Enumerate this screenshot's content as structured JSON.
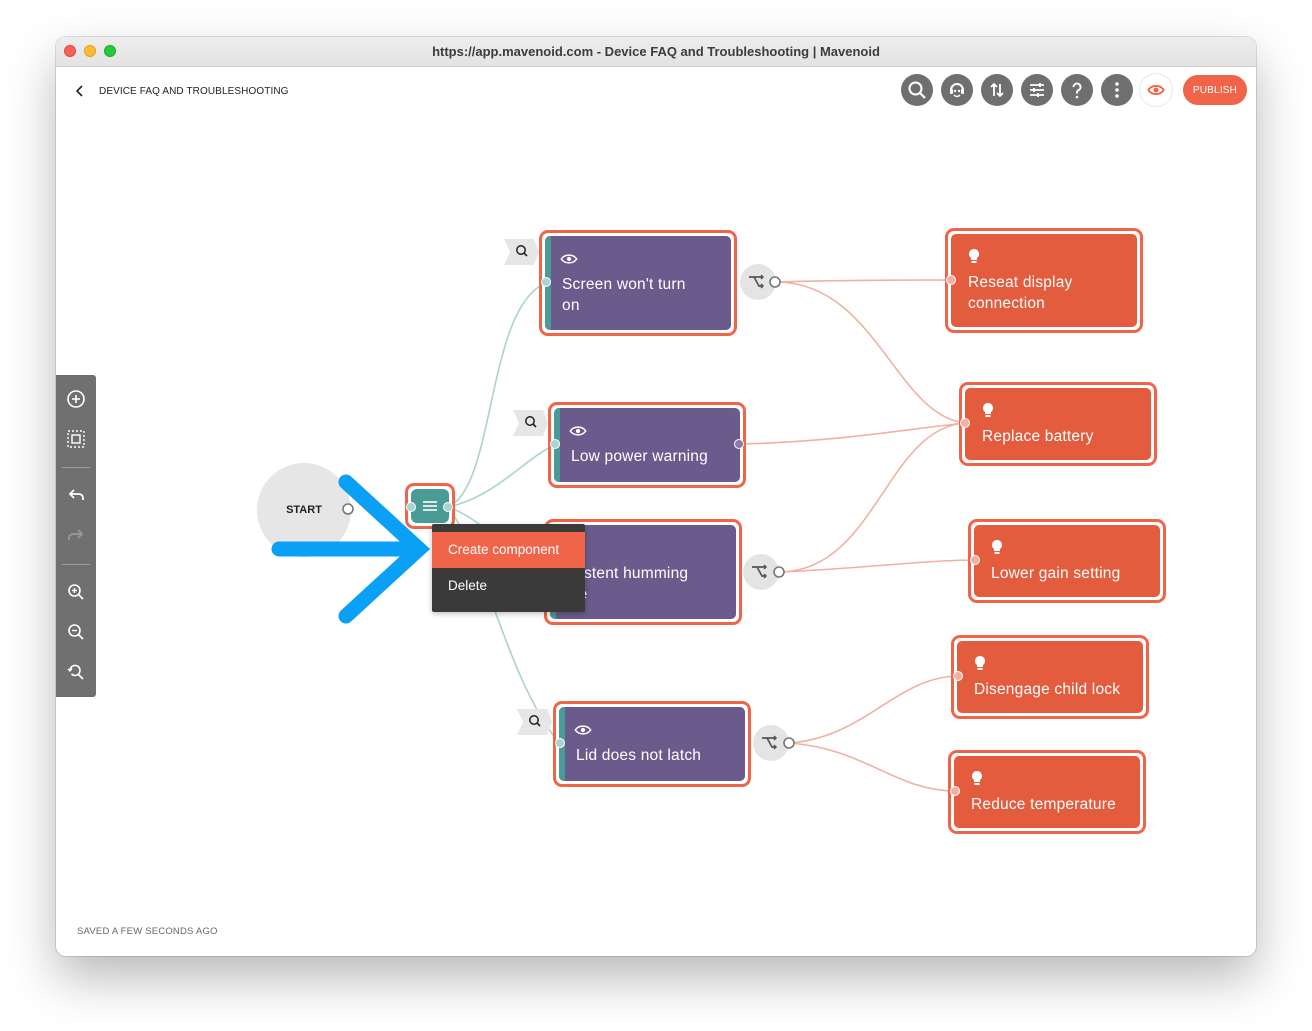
{
  "window": {
    "title": "https://app.mavenoid.com - Device FAQ and Troubleshooting | Mavenoid"
  },
  "header": {
    "back_icon": "chevron-left-icon",
    "doc_title": "DEVICE FAQ AND TROUBLESHOOTING",
    "toolbar": [
      {
        "icon": "search-icon"
      },
      {
        "icon": "assistant-icon"
      },
      {
        "icon": "import-export-icon"
      },
      {
        "icon": "settings-sliders-icon"
      },
      {
        "icon": "help-icon"
      },
      {
        "icon": "more-vertical-icon"
      },
      {
        "icon": "preview-eye-icon"
      }
    ],
    "publish_label": "PUBLISH"
  },
  "left_toolbar": [
    {
      "icon": "add-circle-icon"
    },
    {
      "icon": "select-area-icon"
    },
    {
      "icon": "undo-icon"
    },
    {
      "icon": "redo-icon"
    },
    {
      "icon": "zoom-in-icon"
    },
    {
      "icon": "zoom-out-icon"
    },
    {
      "icon": "zoom-reset-icon"
    }
  ],
  "flow": {
    "start_label": "START",
    "questions": [
      {
        "label_line1": "Screen won't turn",
        "label_line2": "on"
      },
      {
        "label_line1": "Low power warning",
        "label_line2": ""
      },
      {
        "label_line1": "rsistent humming",
        "label_line2": "ise"
      },
      {
        "label_line1": "Lid does not latch",
        "label_line2": ""
      }
    ],
    "solutions": [
      {
        "label_line1": "Reseat display",
        "label_line2": "connection"
      },
      {
        "label_line1": "Replace battery",
        "label_line2": ""
      },
      {
        "label_line1": "Lower gain setting",
        "label_line2": ""
      },
      {
        "label_line1": "Disengage child lock",
        "label_line2": ""
      },
      {
        "label_line1": "Reduce temperature",
        "label_line2": ""
      }
    ]
  },
  "context_menu": {
    "items": [
      {
        "label": "Create component",
        "highlighted": true
      },
      {
        "label": "Delete",
        "highlighted": false
      }
    ]
  },
  "status": {
    "saved_text": "SAVED A FEW SECONDS AGO"
  },
  "colors": {
    "accent": "#f06449",
    "question_fill": "#6b5b8c",
    "solution_fill": "#e45c3e",
    "teal": "#4a9a96",
    "annotation_arrow": "#0aa0f5"
  }
}
